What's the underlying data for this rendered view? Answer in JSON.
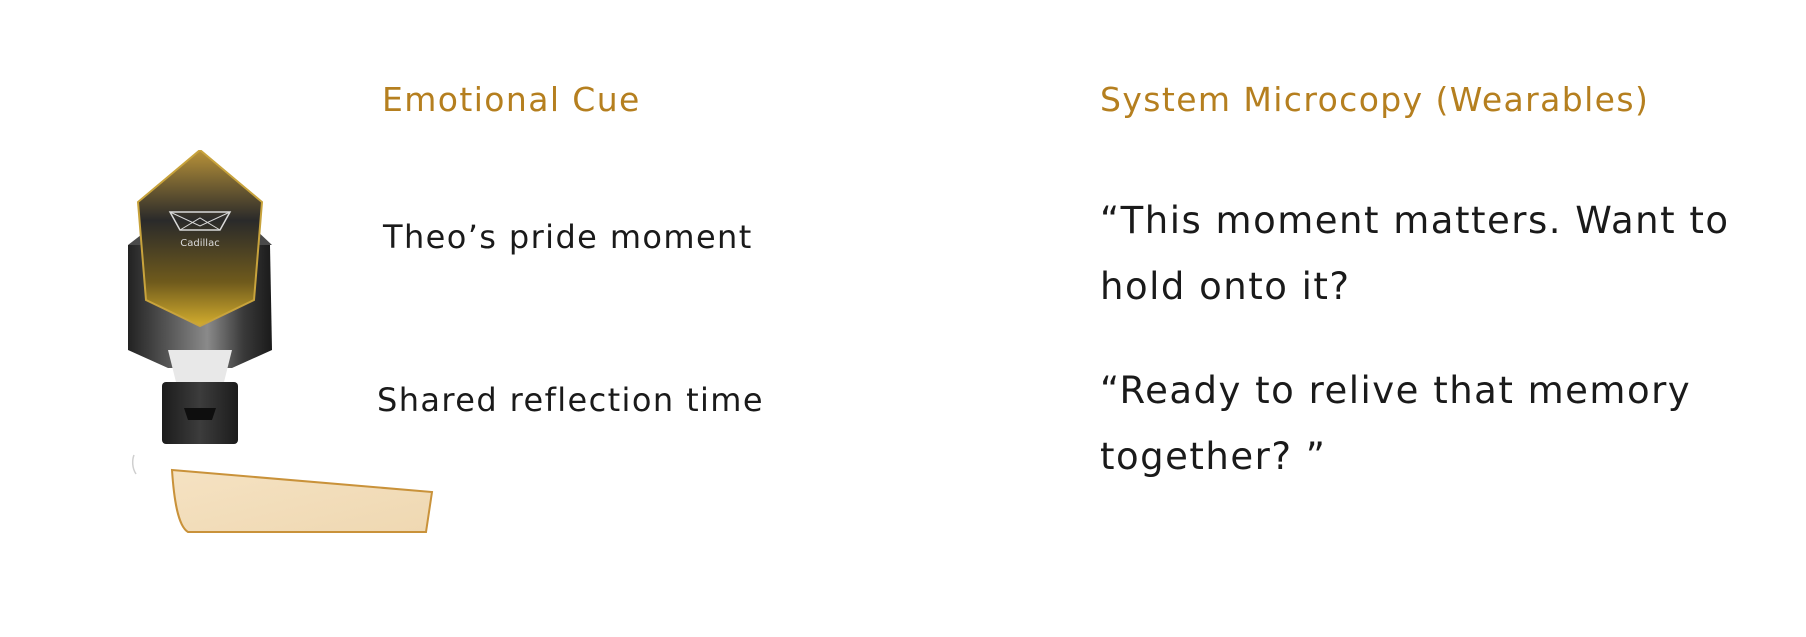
{
  "headings": {
    "emotional_cue": "Emotional Cue",
    "system_microcopy": "System Microcopy (Wearables)"
  },
  "rows": [
    {
      "cue": "Theo’s pride moment",
      "microcopy": "“This moment matters. Want to hold onto it?"
    },
    {
      "cue": "Shared reflection time",
      "microcopy": "“Ready to relive that memory together? ”"
    }
  ],
  "device": {
    "brand_label": "Cadillac",
    "gem_color": "#b89238",
    "body_color": "#3c3c3c",
    "card_color": "#f2dfbf",
    "card_border": "#c9923a"
  }
}
